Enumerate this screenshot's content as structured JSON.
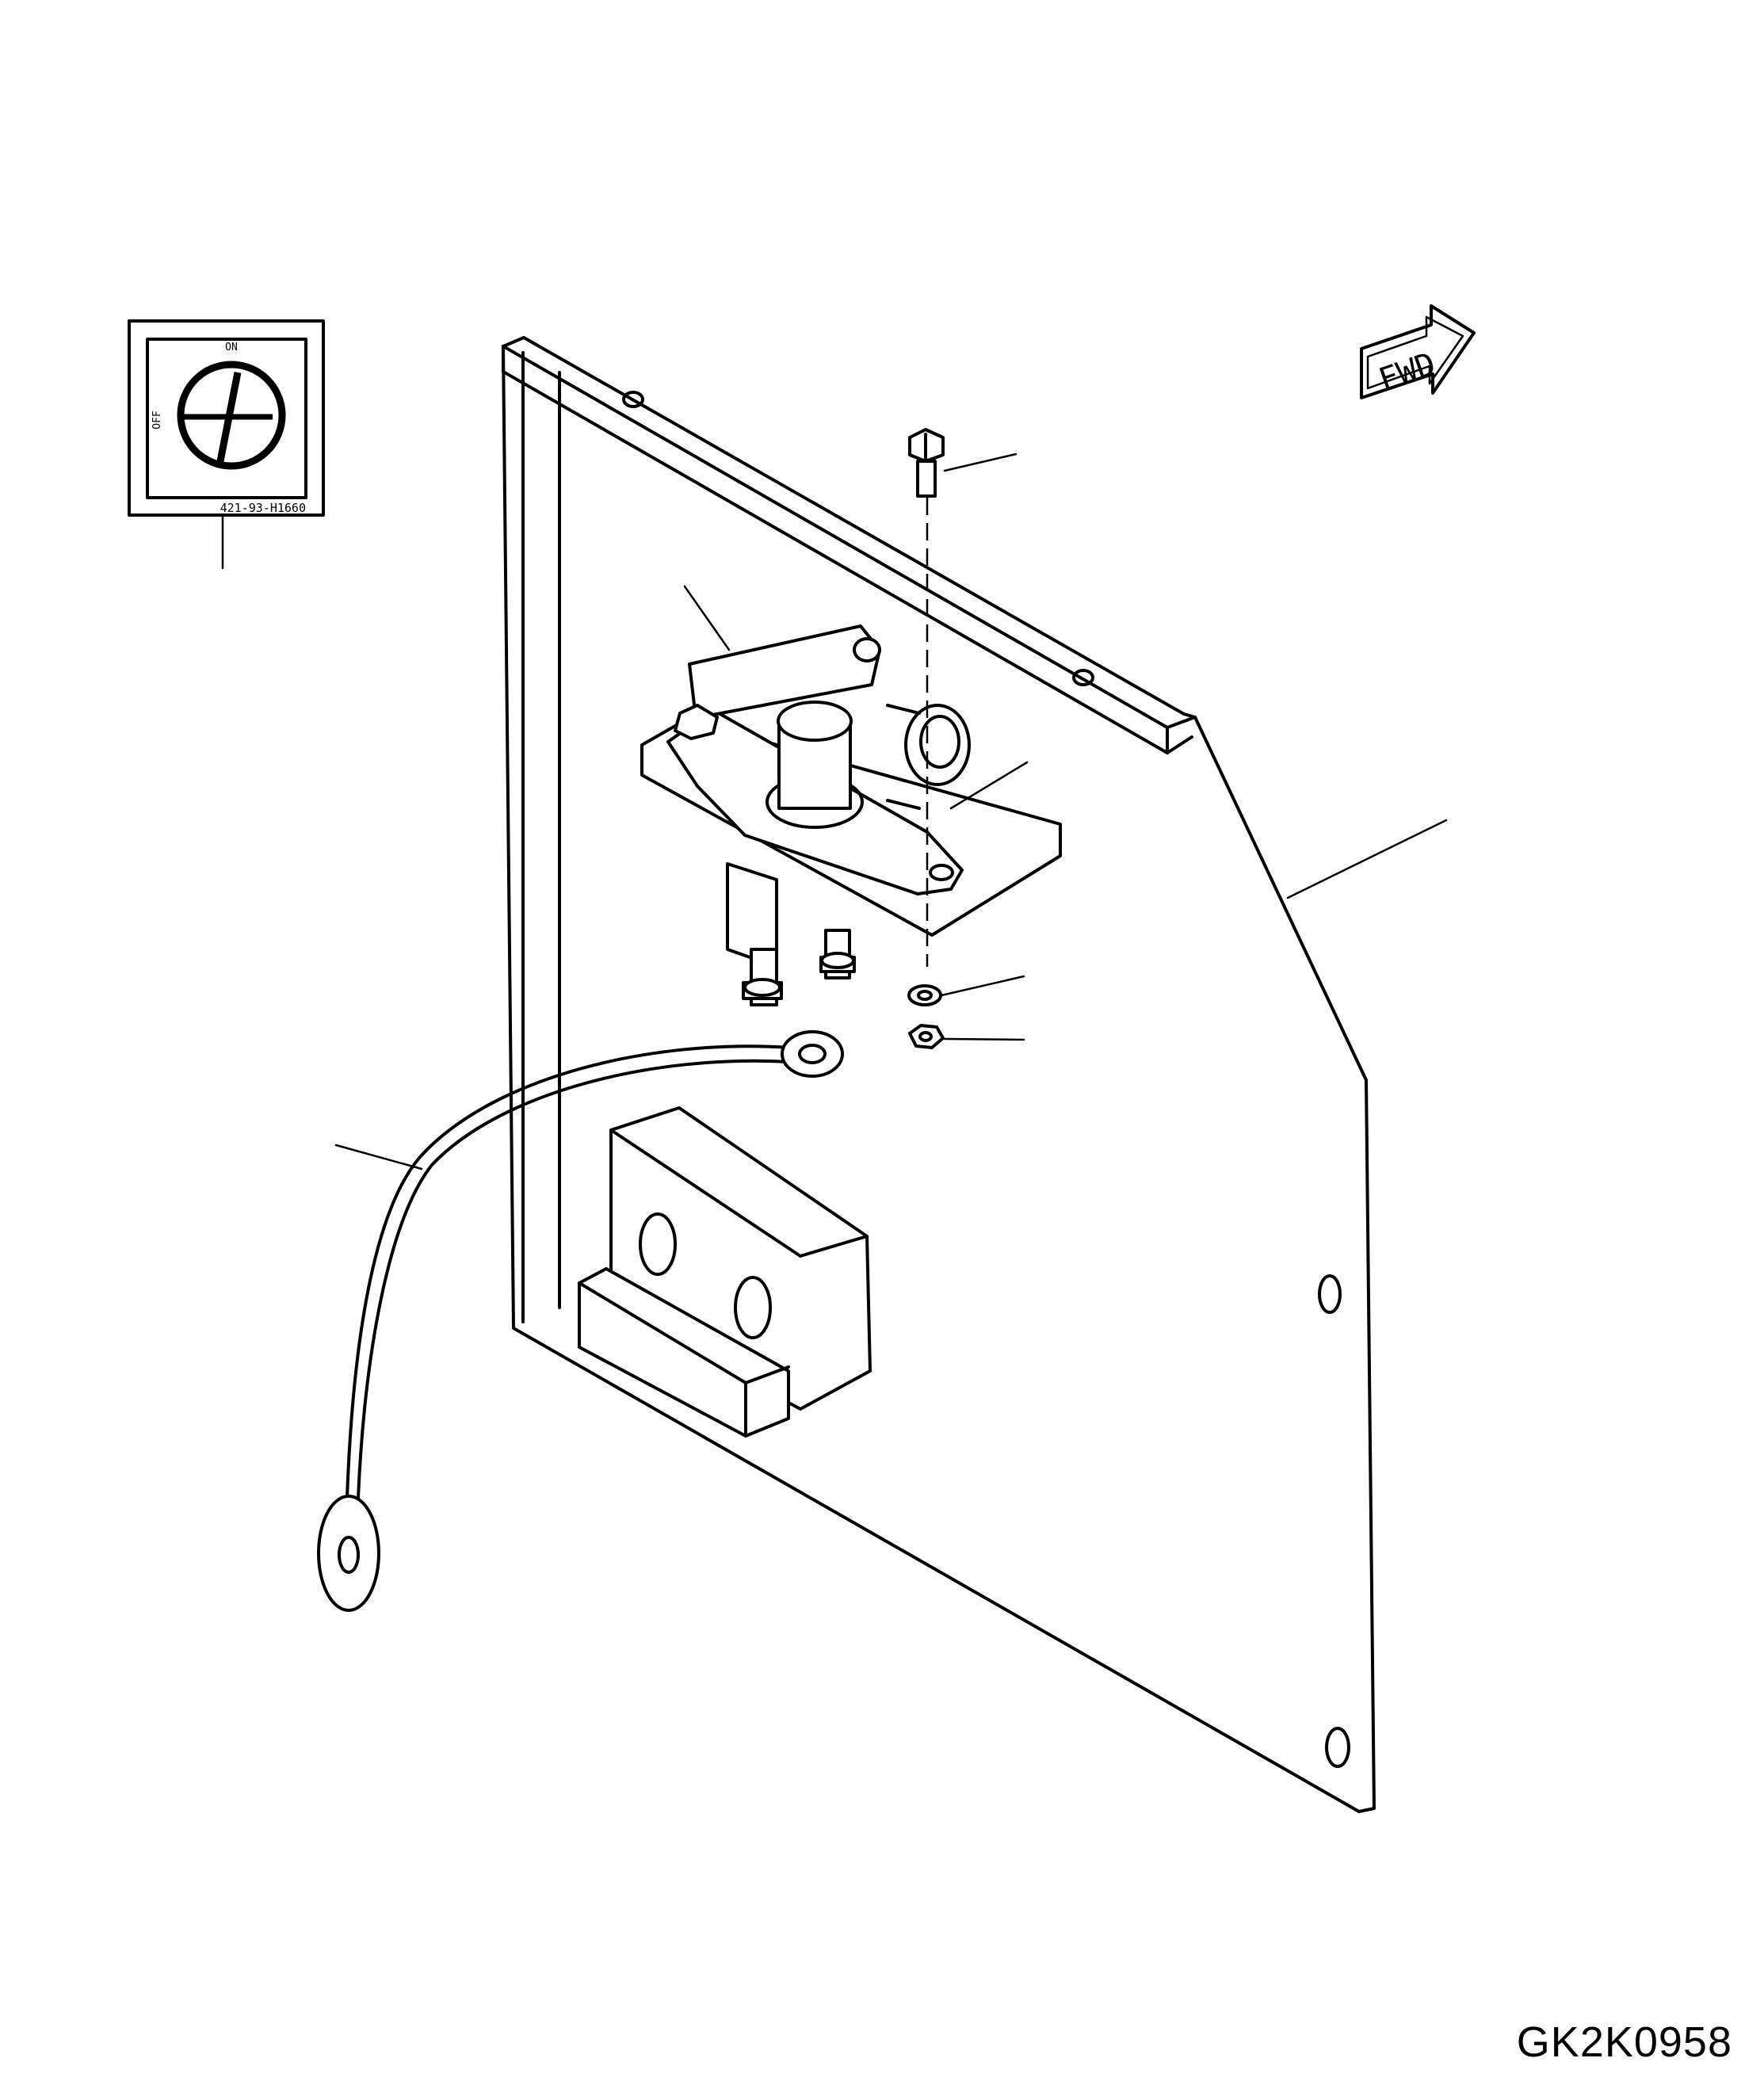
{
  "decal": {
    "on_label": "ON",
    "off_label": "OFF",
    "part_number": "421-93-H1660"
  },
  "direction_indicator": {
    "label": "FWD"
  },
  "drawing_code": "GK2K0958"
}
